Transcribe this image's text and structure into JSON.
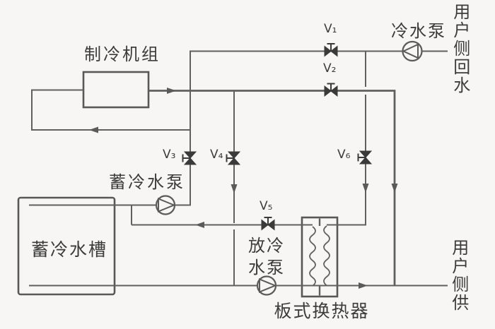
{
  "diagram": {
    "type": "piping-schematic",
    "system": "chilled water thermal storage system",
    "colors": {
      "background": "#f7f6f4",
      "line": "#606060",
      "line_heavy": "#555555",
      "valve_fill": "#3a3a3a",
      "text": "#3c3c3c"
    },
    "labels": {
      "chiller": "制冷机组",
      "storage_pump": "蓄冷水泵",
      "storage_tank": "蓄冷水槽",
      "discharge_pump": "放冷\n水泵",
      "plate_heat_exchanger": "板式换热器",
      "chilled_water_pump": "冷水泵",
      "user_side_return": "用户侧回水",
      "user_side_supply": "用户侧供"
    },
    "valves": {
      "v1": "V₁",
      "v2": "V₂",
      "v3": "V₃",
      "v4": "V₄",
      "v5": "V₅",
      "v6": "V₆"
    }
  }
}
